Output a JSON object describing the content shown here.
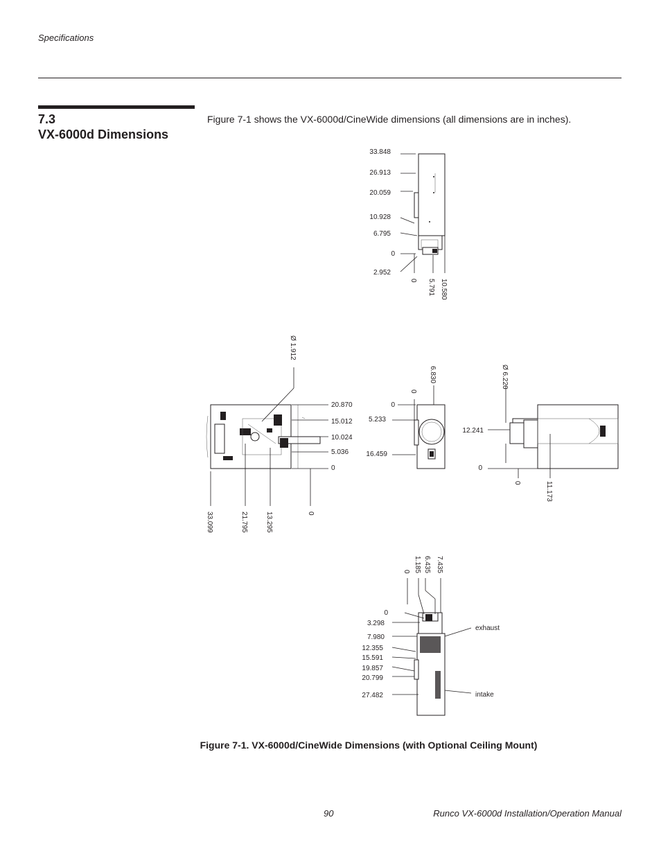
{
  "header": {
    "section_label": "Specifications"
  },
  "section": {
    "number": "7.3",
    "title": "VX-6000d Dimensions"
  },
  "intro_text": "Figure 7-1 shows the VX-6000d/CineWide dimensions (all dimensions are in inches).",
  "figure": {
    "caption": "Figure 7-1. VX-6000d/CineWide Dimensions (with Optional Ceiling Mount)",
    "top_view": {
      "left_dims": [
        "33.848",
        "26.913",
        "20.059",
        "10.928",
        "6.795",
        "0",
        "2.952"
      ],
      "bottom_dims": [
        "0",
        "5.791",
        "10.580"
      ]
    },
    "left_view": {
      "diameter": "Ø  1.912",
      "right_dims": [
        "20.870",
        "15.012",
        "10.024",
        "5.036",
        "0"
      ],
      "bottom_dims": [
        "33.099",
        "21.795",
        "13.295",
        "0"
      ]
    },
    "front_view": {
      "top_dims": [
        "0",
        "6.830"
      ],
      "left_dims": [
        "0",
        "5.233",
        "16.459"
      ]
    },
    "side_view": {
      "diameter": "Ø  6.220",
      "left_dims": [
        "12.241",
        "0"
      ],
      "bottom_dims": [
        "0",
        "11.173"
      ]
    },
    "bottom_view": {
      "top_dims": [
        "0",
        "1.185",
        "6.435",
        "7.435"
      ],
      "left_dims": [
        "0",
        "3.298",
        "7.980",
        "12.355",
        "15.591",
        "19.857",
        "20.799",
        "27.482"
      ],
      "labels": {
        "exhaust": "exhaust",
        "intake": "intake"
      }
    }
  },
  "footer": {
    "page_number": "90",
    "manual_title": "Runco VX-6000d Installation/Operation Manual"
  }
}
